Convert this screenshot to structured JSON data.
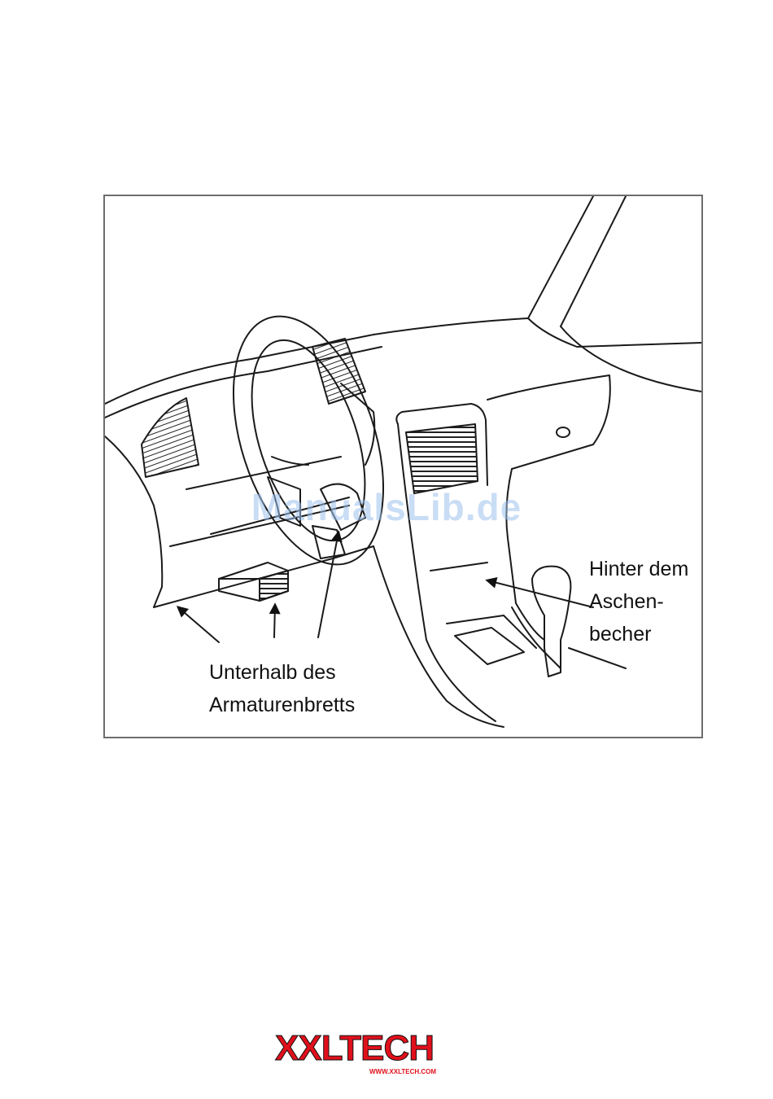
{
  "figure": {
    "label_under": [
      "Unterhalb des",
      "Armaturenbretts"
    ],
    "label_behind": [
      "Hinter dem",
      "Aschen-",
      "becher"
    ]
  },
  "watermark": {
    "text": "ManualsLib.de"
  },
  "footer": {
    "brand": "XXLTECH",
    "url": "WWW.XXLTECH.COM",
    "brand_color": "#e0101c"
  }
}
